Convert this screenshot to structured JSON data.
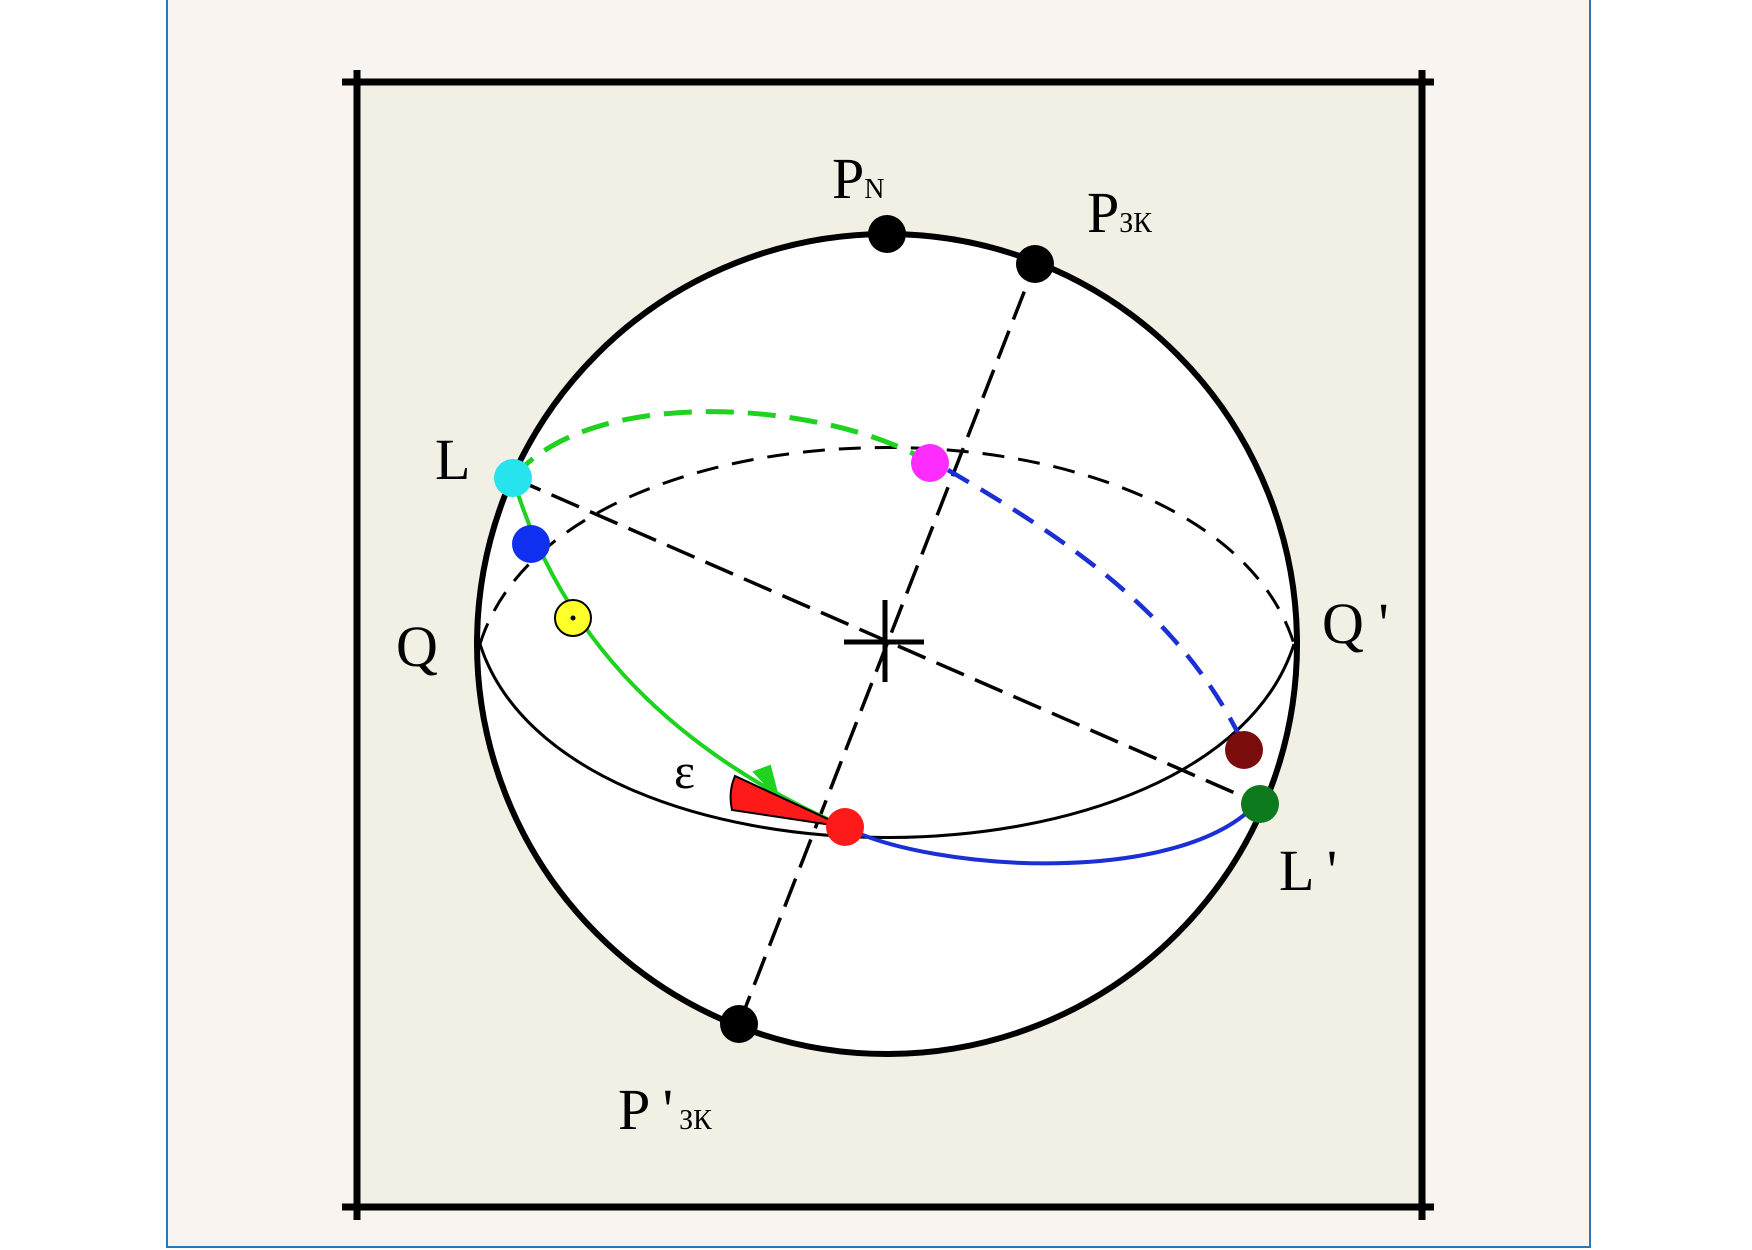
{
  "colors": {
    "page_bg": "#f9f4ef",
    "page_border": "#2e75b6",
    "panel_bg": "#f2efe5",
    "sphere_fill": "#ffffff",
    "ecliptic": "#1fd21f",
    "blue_arc": "#1a2fd6",
    "angle_fill": "#ff1a1a",
    "point_L": "#27e3ee",
    "point_blue": "#1030f0",
    "point_sun": "#ffff2a",
    "point_magenta": "#ff2cff",
    "point_red": "#ff1a1a",
    "point_darkred": "#7a0c0c",
    "point_green": "#0e7a1e"
  },
  "labels": {
    "pn_main": "P",
    "pn_sub": "N",
    "pzk_main": "P",
    "pzk_sub": "ЗК",
    "l": "L",
    "q": "Q",
    "q_prime": "Q '",
    "epsilon": "ε",
    "l_prime": "L '",
    "pzk_prime_main": "P '",
    "pzk_prime_sub": "ЗК"
  },
  "points": [
    {
      "name": "pole-north",
      "color": "#000000"
    },
    {
      "name": "pole-ecliptic",
      "color": "#000000"
    },
    {
      "name": "pole-ecliptic-south",
      "color": "#000000"
    },
    {
      "name": "point-L",
      "color": "#27e3ee"
    },
    {
      "name": "point-blue",
      "color": "#1030f0"
    },
    {
      "name": "sun",
      "color": "#ffff2a"
    },
    {
      "name": "point-magenta",
      "color": "#ff2cff"
    },
    {
      "name": "point-red",
      "color": "#ff1a1a"
    },
    {
      "name": "point-darkred",
      "color": "#7a0c0c"
    },
    {
      "name": "point-L-prime",
      "color": "#0e7a1e"
    }
  ]
}
